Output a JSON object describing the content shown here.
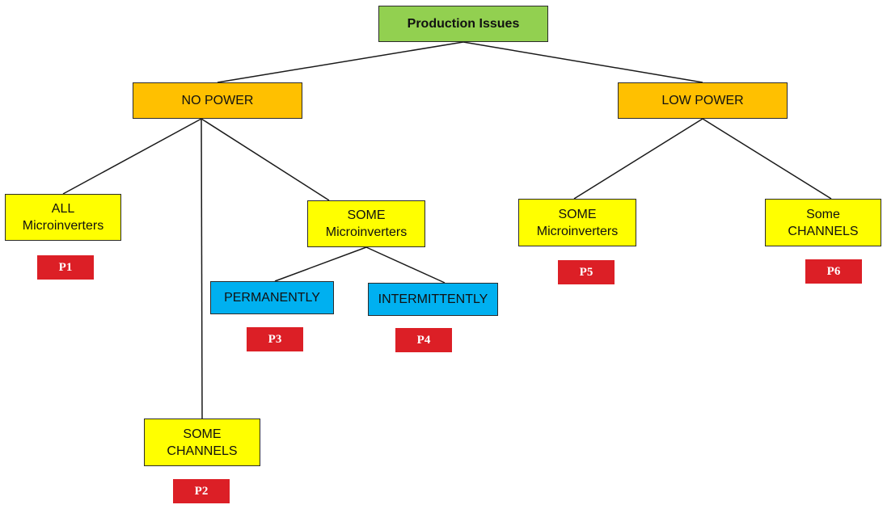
{
  "colors": {
    "root_fill": "#92d050",
    "level1_fill": "#ffc000",
    "leaf_fill": "#ffff00",
    "blue_fill": "#00b0f0",
    "badge_fill": "#dc1f26",
    "line": "#1a1a1a"
  },
  "root": {
    "label": "Production Issues"
  },
  "no_power": {
    "label": "NO POWER",
    "all_micro": {
      "line1": "ALL",
      "line2": "Microinverters",
      "badge": "P1"
    },
    "some_micro": {
      "line1": "SOME",
      "line2": "Microinverters",
      "permanently": {
        "label": "PERMANENTLY",
        "badge": "P3"
      },
      "intermittently": {
        "label": "INTERMITTENTLY",
        "badge": "P4"
      }
    },
    "some_channels": {
      "line1": "SOME",
      "line2": "CHANNELS",
      "badge": "P2"
    }
  },
  "low_power": {
    "label": "LOW POWER",
    "some_micro": {
      "line1": "SOME",
      "line2": "Microinverters",
      "badge": "P5"
    },
    "some_channels": {
      "line1": "Some",
      "line2": "CHANNELS",
      "badge": "P6"
    }
  }
}
